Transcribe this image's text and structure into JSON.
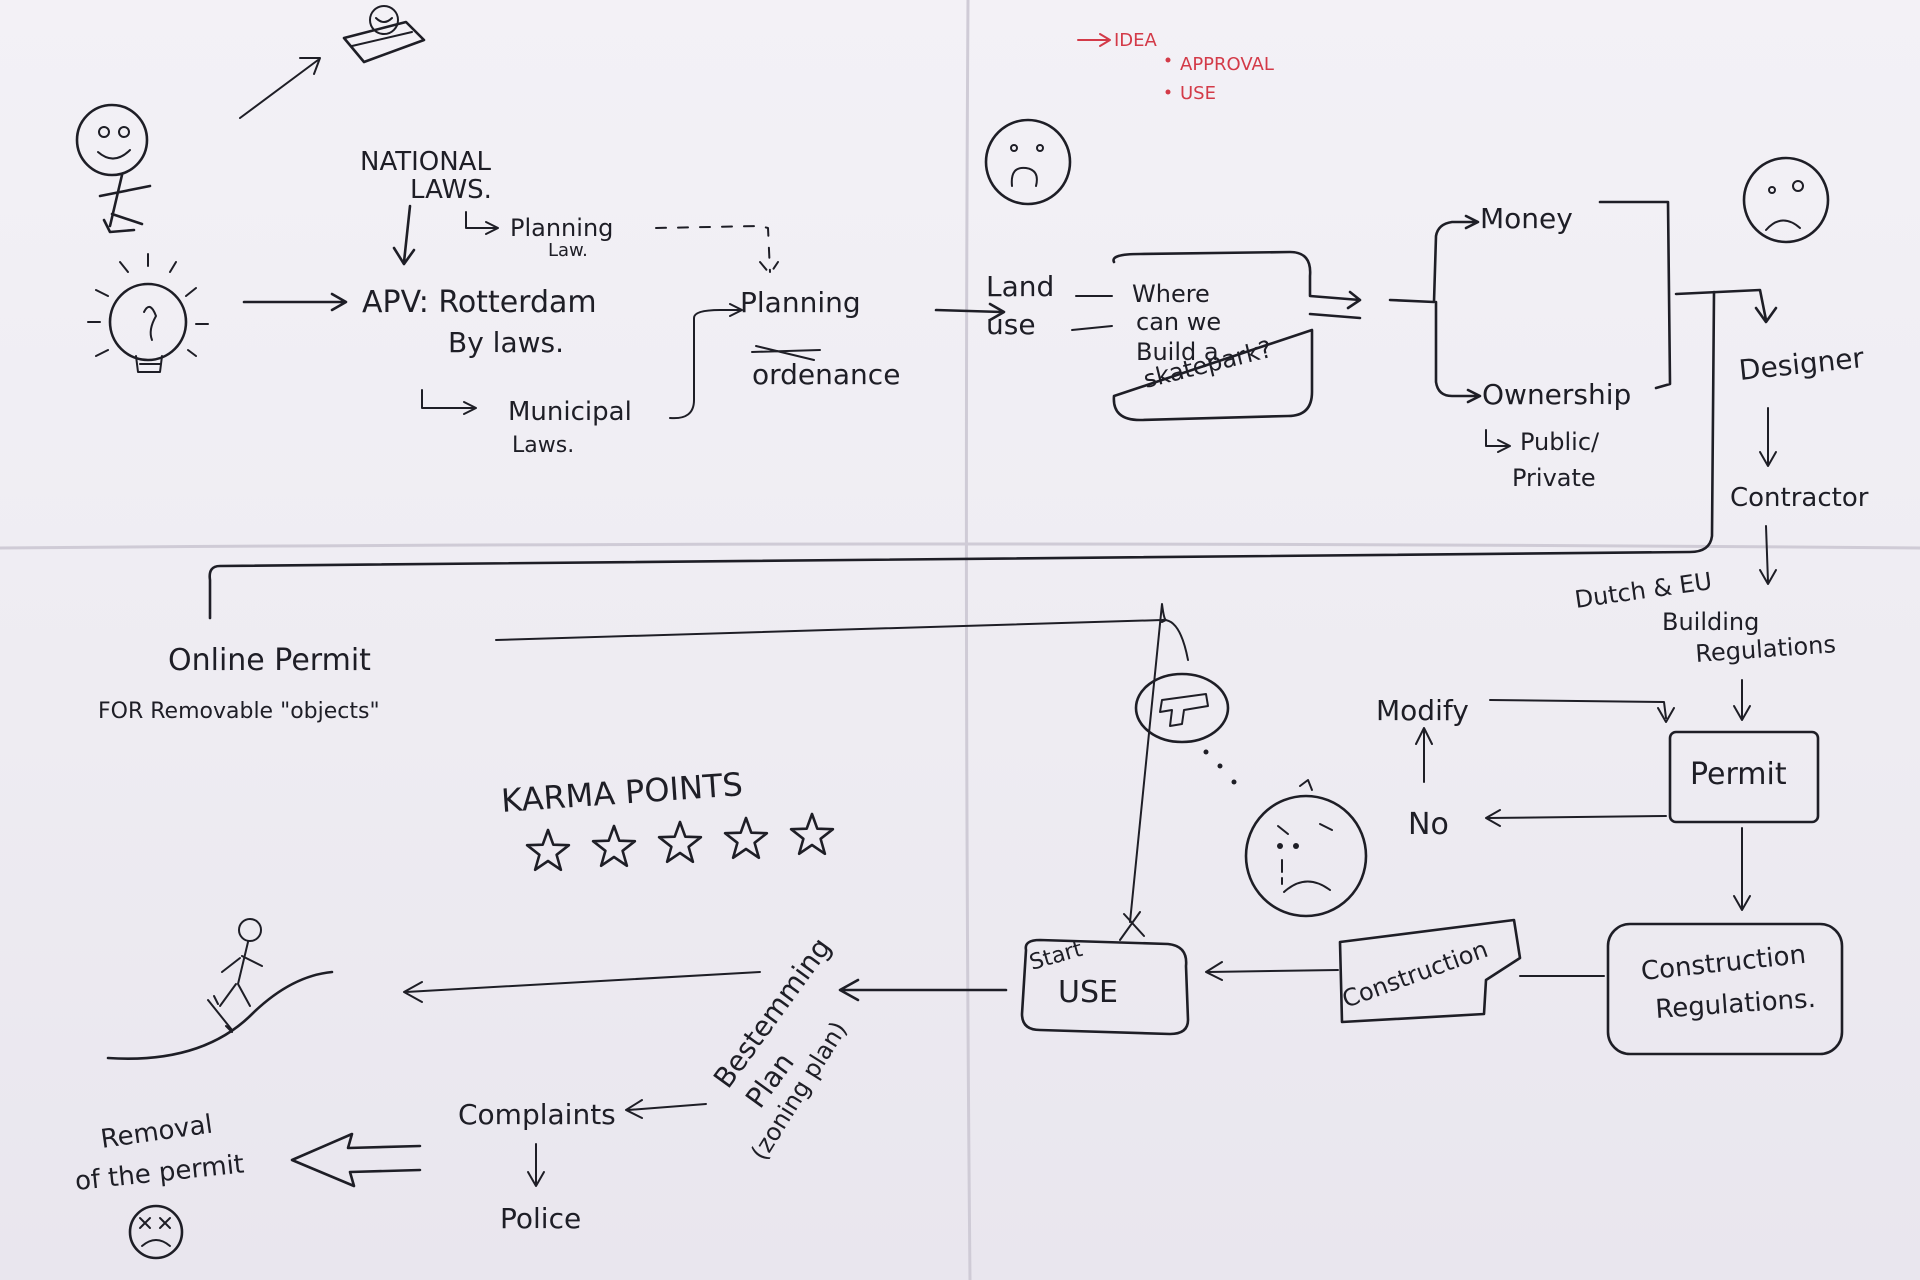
{
  "legend": {
    "idea": "IDEA",
    "approval": "APPROVAL",
    "use": "USE"
  },
  "nodes": {
    "national_laws": "NATIONAL",
    "national_laws_2": "LAWS.",
    "planning_law": "Planning",
    "planning_law_2": "Law.",
    "apv": "APV: Rotterdam",
    "apv_2": "By laws.",
    "municipal_laws": "Municipal",
    "municipal_laws_2": "Laws.",
    "planning_ordenance": "Planning",
    "planning_ordenance_2": "ordenance",
    "land_use": "Land",
    "land_use_2": "use",
    "where_q_1": "Where",
    "where_q_2": "can we",
    "where_q_3": "Build a",
    "where_q_4": "skatepark?",
    "money": "Money",
    "ownership": "Ownership",
    "public_private": "Public/",
    "public_private_2": "Private",
    "designer": "Designer",
    "contractor": "Contractor",
    "dutch_eu": "Dutch & EU",
    "building": "Building",
    "regulations": "Regulations",
    "permit": "Permit",
    "modify": "Modify",
    "no": "No",
    "construction_regulations": "Construction",
    "construction_regulations_2": "Regulations.",
    "construction": "Construction",
    "start_use": "Start",
    "start_use_2": "USE",
    "bestemming": "Bestemming",
    "plan": "Plan",
    "zoning_plan": "(zoning plan)",
    "complaints": "Complaints",
    "police": "Police",
    "removal": "Removal",
    "removal_2": "of the permit",
    "online_permit": "Online Permit",
    "removable_objects": "FOR Removable \"objects\"",
    "karma_points": "KARMA POINTS"
  },
  "karma_stars": 5,
  "colors": {
    "ink": "#1e1e26",
    "accent_red": "#d33a48",
    "paper": "#eeecf2"
  },
  "icons": [
    "smiley-person-icon",
    "lightbulb-icon",
    "laptop-icon",
    "sad-face-icon",
    "crying-face-icon",
    "dead-face-icon",
    "skateboarder-icon",
    "gun-thought-icon",
    "star-icon"
  ]
}
